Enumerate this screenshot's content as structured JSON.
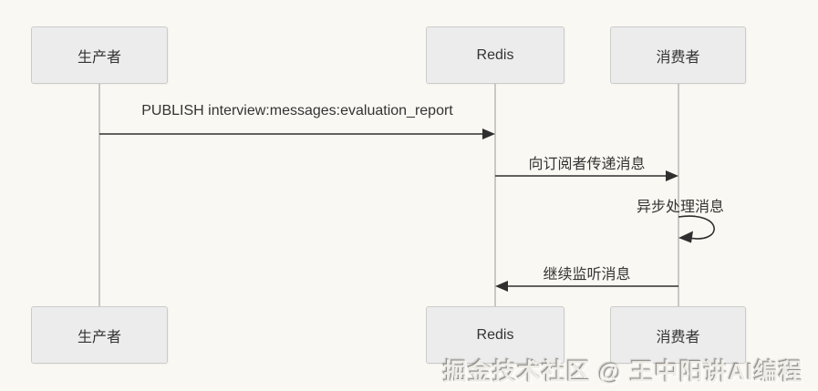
{
  "diagram_type": "sequence",
  "actors": [
    {
      "id": "producer",
      "label": "生产者"
    },
    {
      "id": "redis",
      "label": "Redis"
    },
    {
      "id": "consumer",
      "label": "消费者"
    }
  ],
  "messages": [
    {
      "from": "producer",
      "to": "redis",
      "style": "solid-arrow",
      "label": "PUBLISH interview:messages:evaluation_report"
    },
    {
      "from": "redis",
      "to": "consumer",
      "style": "solid-arrow",
      "label": "向订阅者传递消息"
    },
    {
      "from": "consumer",
      "to": "consumer",
      "style": "self-loop",
      "label": "异步处理消息"
    },
    {
      "from": "consumer",
      "to": "redis",
      "style": "solid-arrow",
      "label": "继续监听消息"
    }
  ],
  "watermark": "掘金技术社区 @ 王中阳讲AI编程",
  "colors": {
    "background": "#faf8f3",
    "actor_fill": "#ececec",
    "actor_border": "#cbcbcb",
    "lifeline": "#999999",
    "arrow": "#2f2f2f",
    "text": "#333333"
  }
}
